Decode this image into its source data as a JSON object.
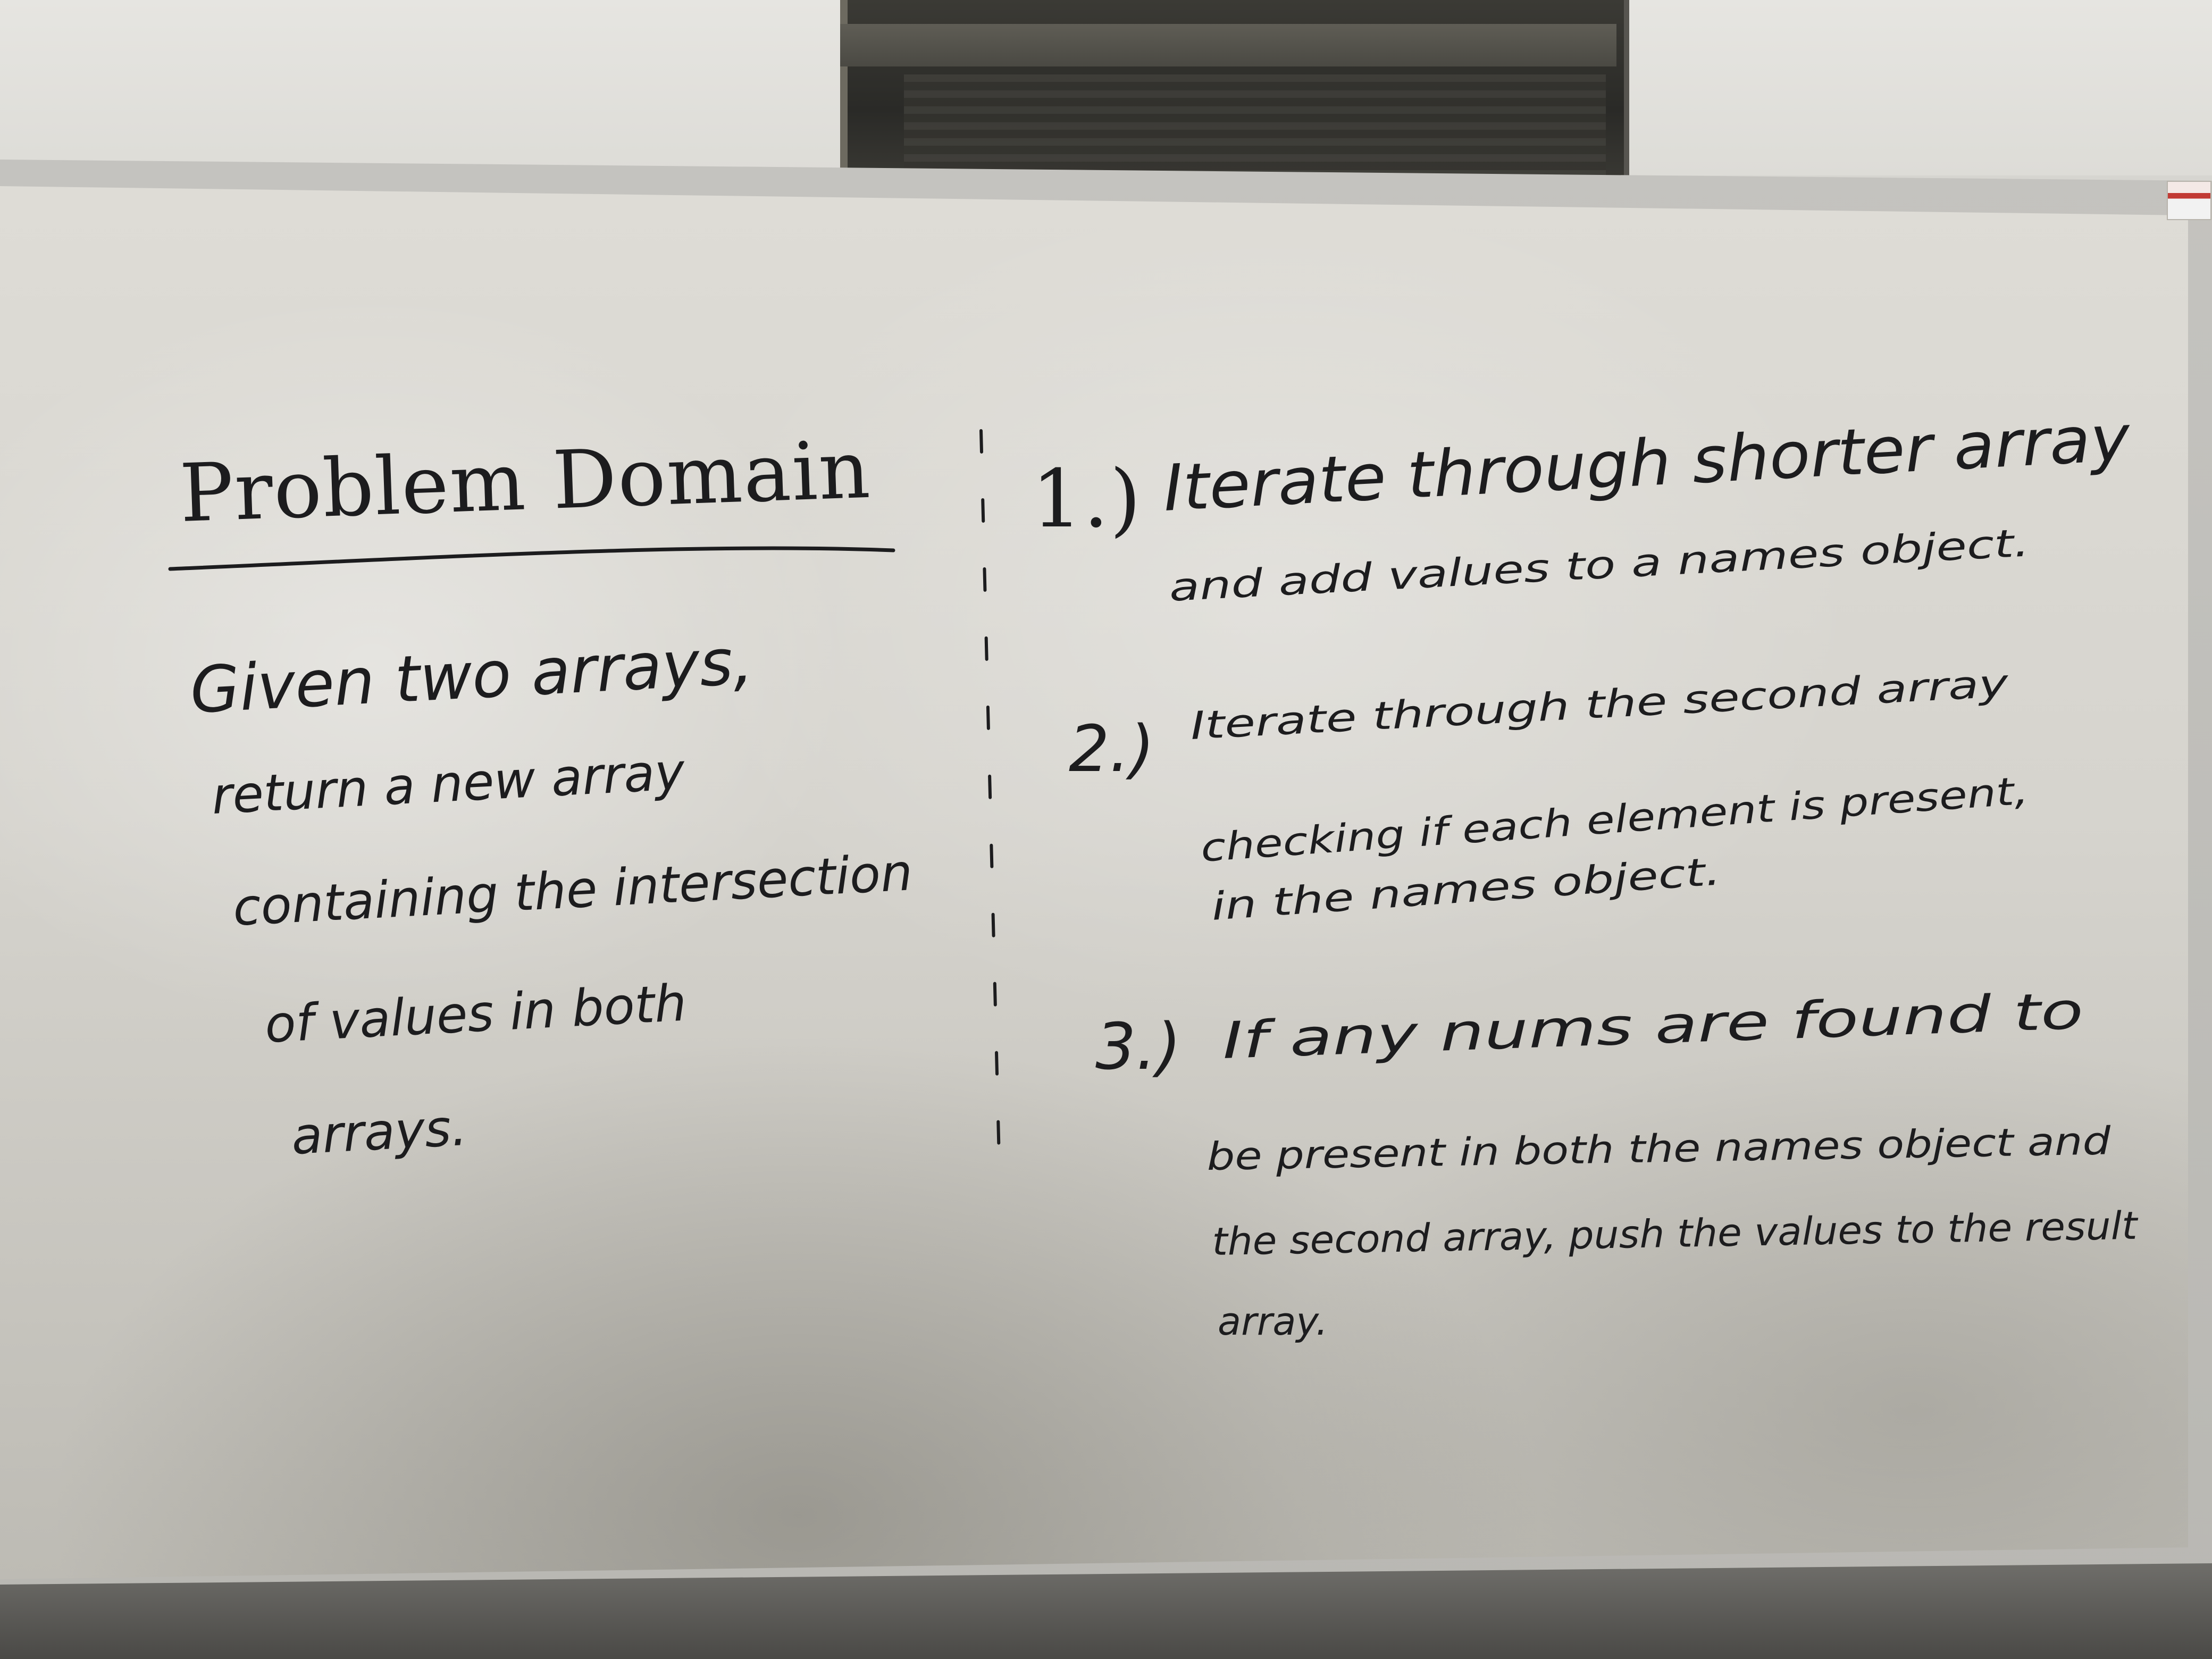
{
  "board": {
    "left_panel": {
      "title": "Problem Domain",
      "lines": [
        "Given two arrays,",
        "return a new array",
        "containing the intersection",
        "of values in both",
        "arrays."
      ]
    },
    "steps": [
      {
        "number": "1.)",
        "lines": [
          "Iterate through shorter array",
          "and add values to a names object."
        ]
      },
      {
        "number": "2.)",
        "lines": [
          "Iterate through the second array",
          "checking if each element is present,",
          "in the names object."
        ]
      },
      {
        "number": "3.)",
        "lines": [
          "If any nums are found to",
          "be present in both the names object and",
          "the second array, push the values to the result",
          "array."
        ]
      }
    ],
    "ink_color": "#1c1c1e",
    "board_color": "#d6d4ce"
  }
}
